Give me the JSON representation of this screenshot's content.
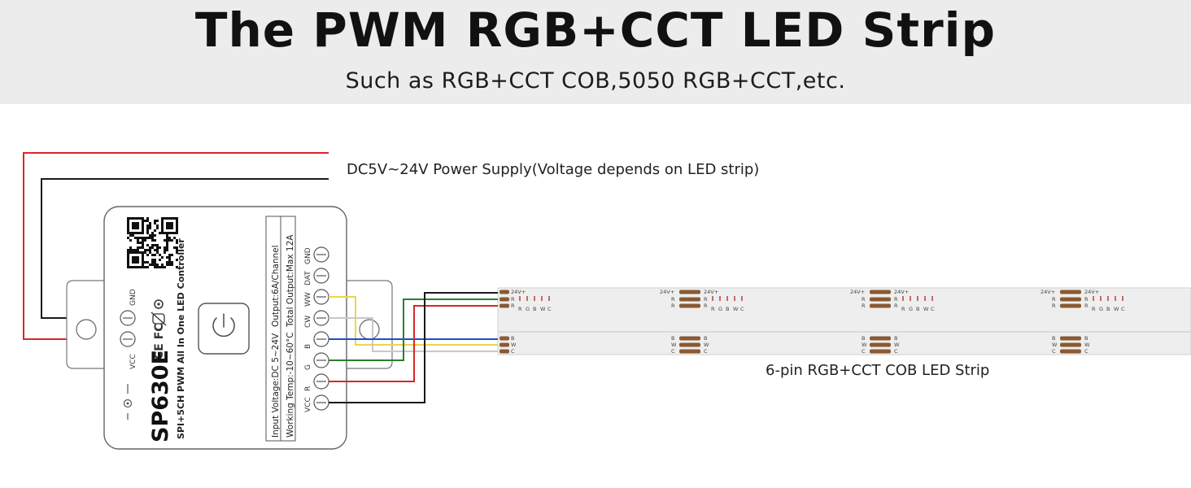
{
  "header": {
    "title": "The PWM RGB+CCT LED Strip",
    "subtitle": "Such as RGB+CCT COB,5050 RGB+CCT,etc."
  },
  "power_supply_label": "DC5V~24V Power Supply(Voltage depends on LED strip)",
  "strip_label": "6-pin RGB+CCT COB LED Strip",
  "controller": {
    "model": "SP630E",
    "description": "SPI+5CH PWM All In One LED Controller",
    "left_terminals": [
      "GND",
      "VCC"
    ],
    "spec_col1": [
      "Input Voltage:DC 5~24V",
      "Output:6A/Channel"
    ],
    "spec_col2": [
      "Working Temp:-10~60°C",
      "Total Output:Max 12A"
    ],
    "terminals": [
      "GND",
      "DAT",
      "WW",
      "CW",
      "B",
      "G",
      "R",
      "VCC"
    ],
    "cert_marks": "CE FC"
  },
  "strip_pads": {
    "top_pin": "24V+",
    "top_left": [
      "R",
      "R"
    ],
    "top_right": [
      "R",
      "G",
      "B",
      "W",
      "C"
    ],
    "bottom": [
      "B",
      "W",
      "C"
    ]
  },
  "colors": {
    "red_wire": "#d62828",
    "black_wire": "#1a1a1a",
    "yellow_wire": "#e8d84a",
    "white_wire": "#c8c8c8",
    "blue_wire": "#1f4fc4",
    "green_wire": "#2f7d2a",
    "pad": "#8a5a32",
    "header_bg": "#ececec"
  }
}
